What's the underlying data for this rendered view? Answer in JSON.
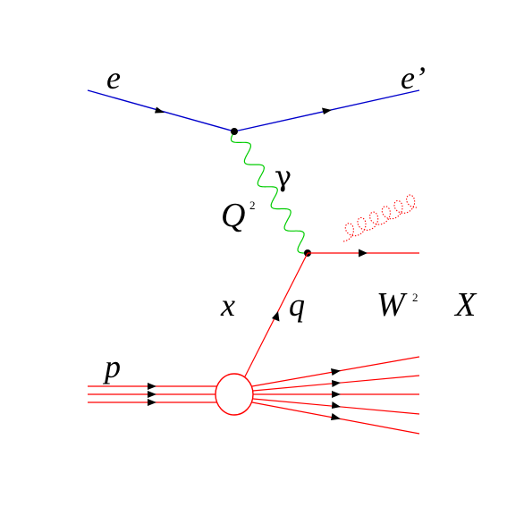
{
  "labels": {
    "electron_in": "e",
    "electron_out": "e’",
    "photon": "γ",
    "q_squared": "Q",
    "q_squared_exp": "2",
    "x": "x",
    "quark": "q",
    "w_squared": "W",
    "w_squared_exp": "2",
    "hadronic_system": "X",
    "proton": "p"
  },
  "colors": {
    "lepton": "#0000cc",
    "photon": "#00cc00",
    "hadron": "#ff0000",
    "text": "#000000"
  }
}
